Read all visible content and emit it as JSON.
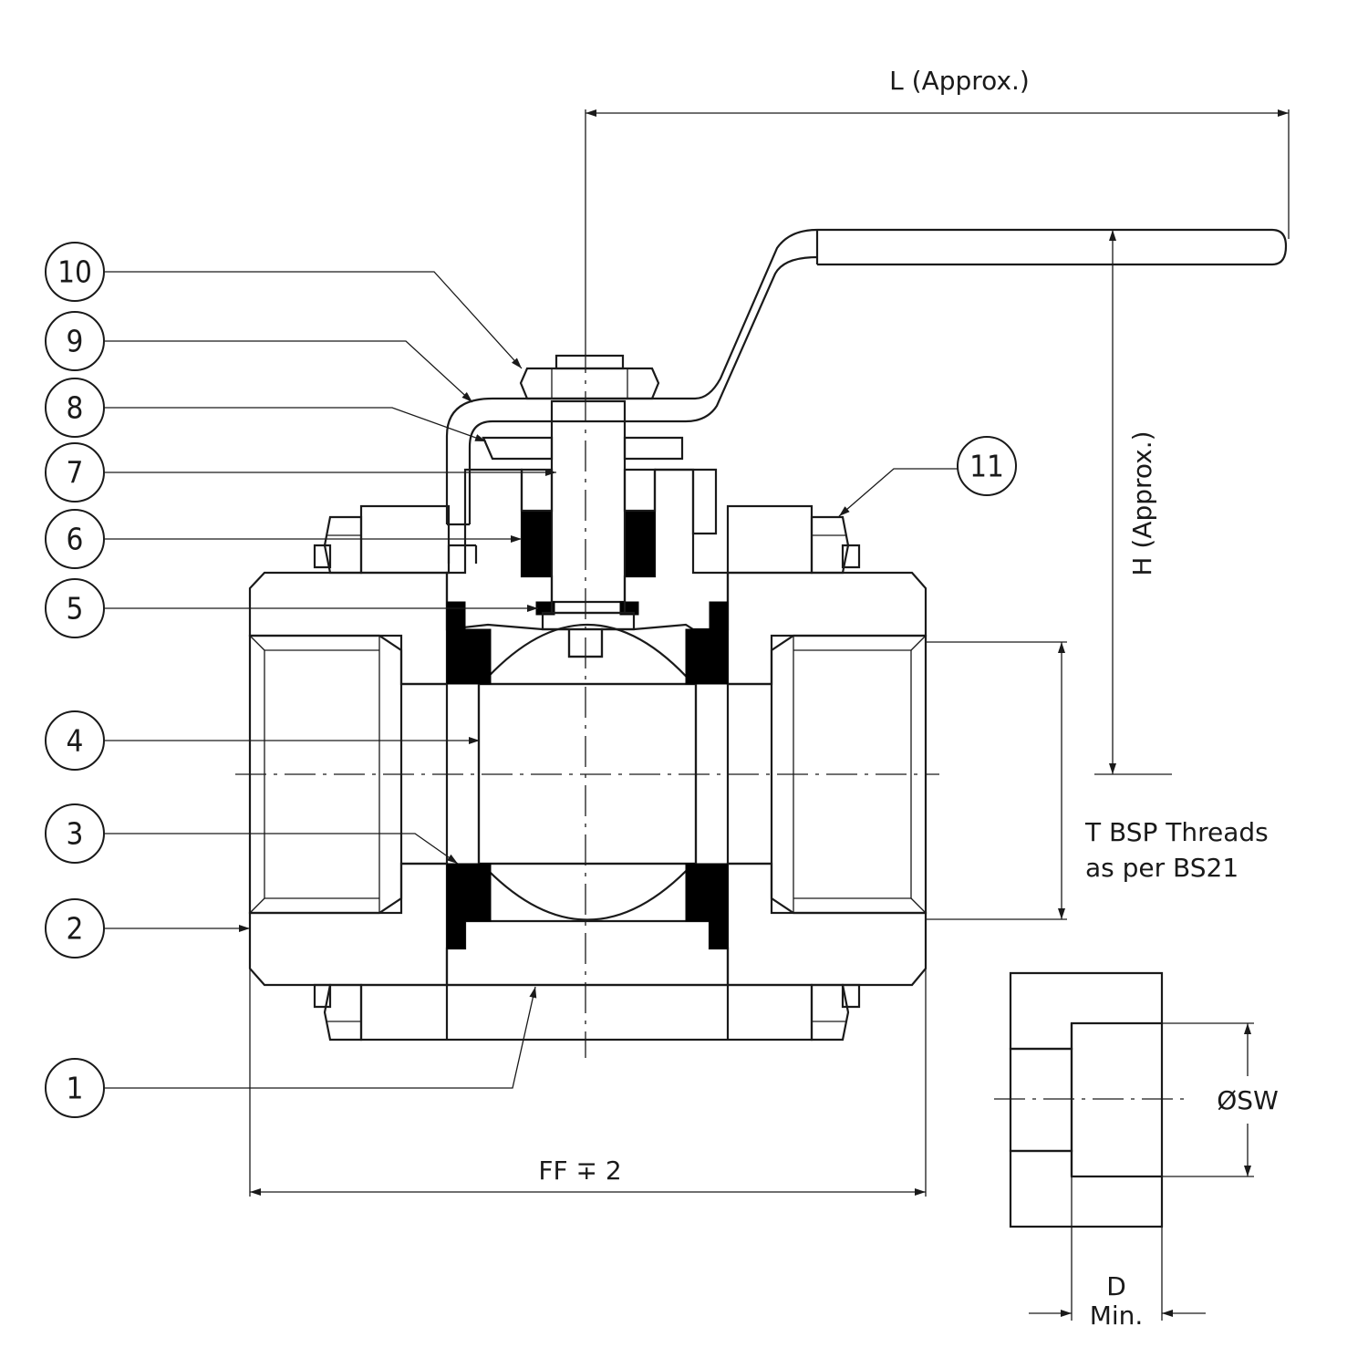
{
  "callouts": {
    "c1": "1",
    "c2": "2",
    "c3": "3",
    "c4": "4",
    "c5": "5",
    "c6": "6",
    "c7": "7",
    "c8": "8",
    "c9": "9",
    "c10": "10",
    "c11": "11"
  },
  "dimensions": {
    "length": "L (Approx.)",
    "height": "H (Approx.)",
    "face_to_face": "FF ∓ 2",
    "thread_line1": "T BSP Threads",
    "thread_line2": "as per BS21",
    "socket_dia": "ØSW",
    "depth_line1": "D",
    "depth_line2": "Min."
  }
}
